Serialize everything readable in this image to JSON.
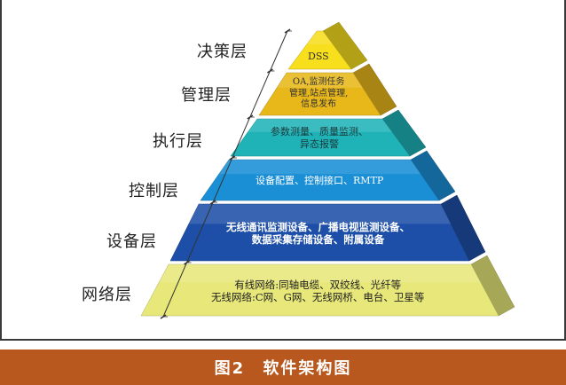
{
  "layers": [
    {
      "label": "决策层",
      "lines": [
        "DSS"
      ]
    },
    {
      "label": "管理层",
      "lines": [
        "OA,监测任务",
        "管理,站点管理,",
        "信息发布"
      ]
    },
    {
      "label": "执行层",
      "lines": [
        "参数测量、质量监测、",
        "异态报警"
      ]
    },
    {
      "label": "控制层",
      "lines": [
        "设备配置、控制接口、RMTP"
      ]
    },
    {
      "label": "设备层",
      "lines": [
        "无线通讯监测设备、广播电视监测设备、",
        "数据采集存储设备、附属设备"
      ]
    },
    {
      "label": "网络层",
      "lines": [
        "有线网络:同轴电缆、双绞线、光纤等",
        "无线网络:C网、G网、无线网桥、电台、卫星等"
      ]
    }
  ],
  "colors": {
    "tiers": [
      "#f7df1e",
      "#e8b81a",
      "#1fb3b8",
      "#1a8fd6",
      "#1d4fa8",
      "#e8e87a"
    ],
    "caption_bar": "#b8581f"
  },
  "caption": "图2   软件架构图"
}
